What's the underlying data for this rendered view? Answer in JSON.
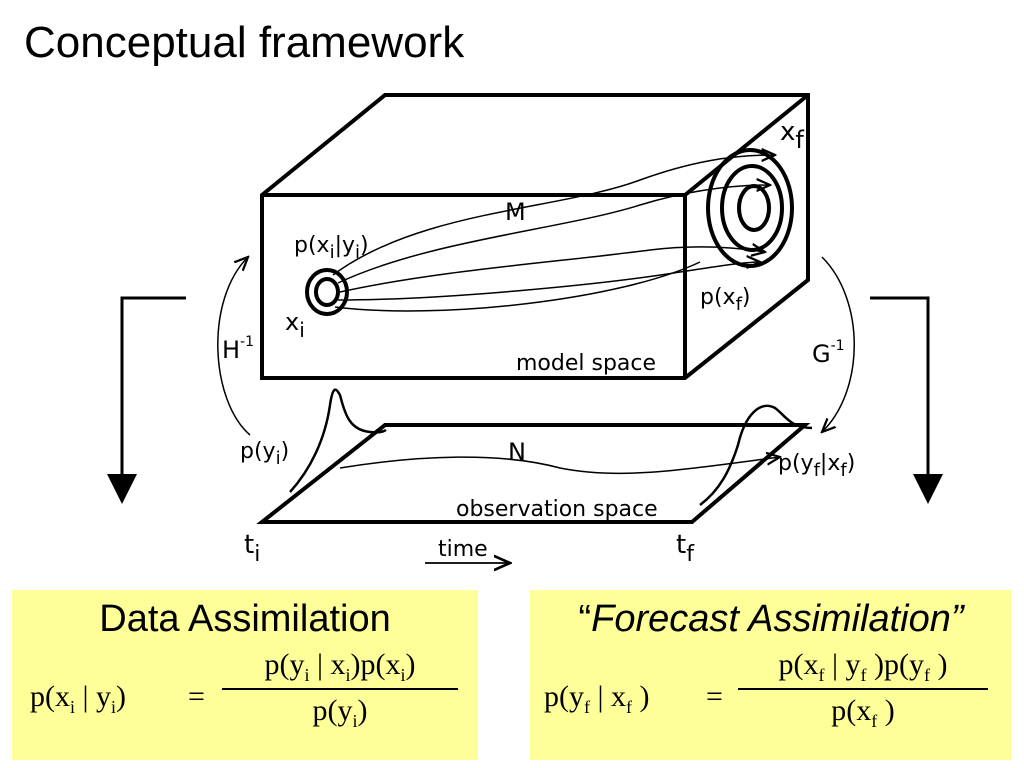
{
  "title": "Conceptual framework",
  "diagram": {
    "label_xf": "x",
    "label_xf_sub": "f",
    "label_M": "M",
    "label_pxiyi": "p(x",
    "label_pxiyi_sub1": "i",
    "label_pxiyi_mid": "|y",
    "label_pxiyi_sub2": "i",
    "label_pxiyi_end": ")",
    "label_xi": "x",
    "label_xi_sub": "i",
    "label_pxf": "p(x",
    "label_pxf_sub": "f",
    "label_pxf_end": ")",
    "label_Hinv": "H",
    "label_Hinv_sup": "-1",
    "label_Ginv": "G",
    "label_Ginv_sup": "-1",
    "label_model_space": "model space",
    "label_pyi": "p(y",
    "label_pyi_sub": "i",
    "label_pyi_end": ")",
    "label_N": "N",
    "label_pyfxf": "p(y",
    "label_pyfxf_sub1": "f",
    "label_pyfxf_mid": "|x",
    "label_pyfxf_sub2": "f",
    "label_pyfxf_end": ")",
    "label_observation_space": "observation space",
    "label_ti": "t",
    "label_ti_sub": "i",
    "label_time": "time",
    "label_tf": "t",
    "label_tf_sub": "f"
  },
  "left_box": {
    "title": "Data Assimilation",
    "lhs": "p(x",
    "lhs_sub1": "i",
    "lhs_mid": " | y",
    "lhs_sub2": "i",
    "lhs_end": ")",
    "eq": "=",
    "num_a": "p(y",
    "num_sub1": "i",
    "num_b": " | x",
    "num_sub2": "i",
    "num_c": ")p(x",
    "num_sub3": "i",
    "num_d": ")",
    "den_a": "p(y",
    "den_sub": "i",
    "den_b": ")"
  },
  "right_box": {
    "title_open": "“",
    "title": "Forecast Assimilation",
    "title_close": "”",
    "lhs": "p(y",
    "lhs_sub1": "f",
    "lhs_mid": " | x",
    "lhs_sub2": "f",
    "lhs_end": " )",
    "eq": "=",
    "num_a": "p(x",
    "num_sub1": "f",
    "num_b": " | y",
    "num_sub2": "f",
    "num_c": " )p(y",
    "num_sub3": "f",
    "num_d": " )",
    "den_a": "p(x",
    "den_sub": "f",
    "den_b": " )"
  }
}
